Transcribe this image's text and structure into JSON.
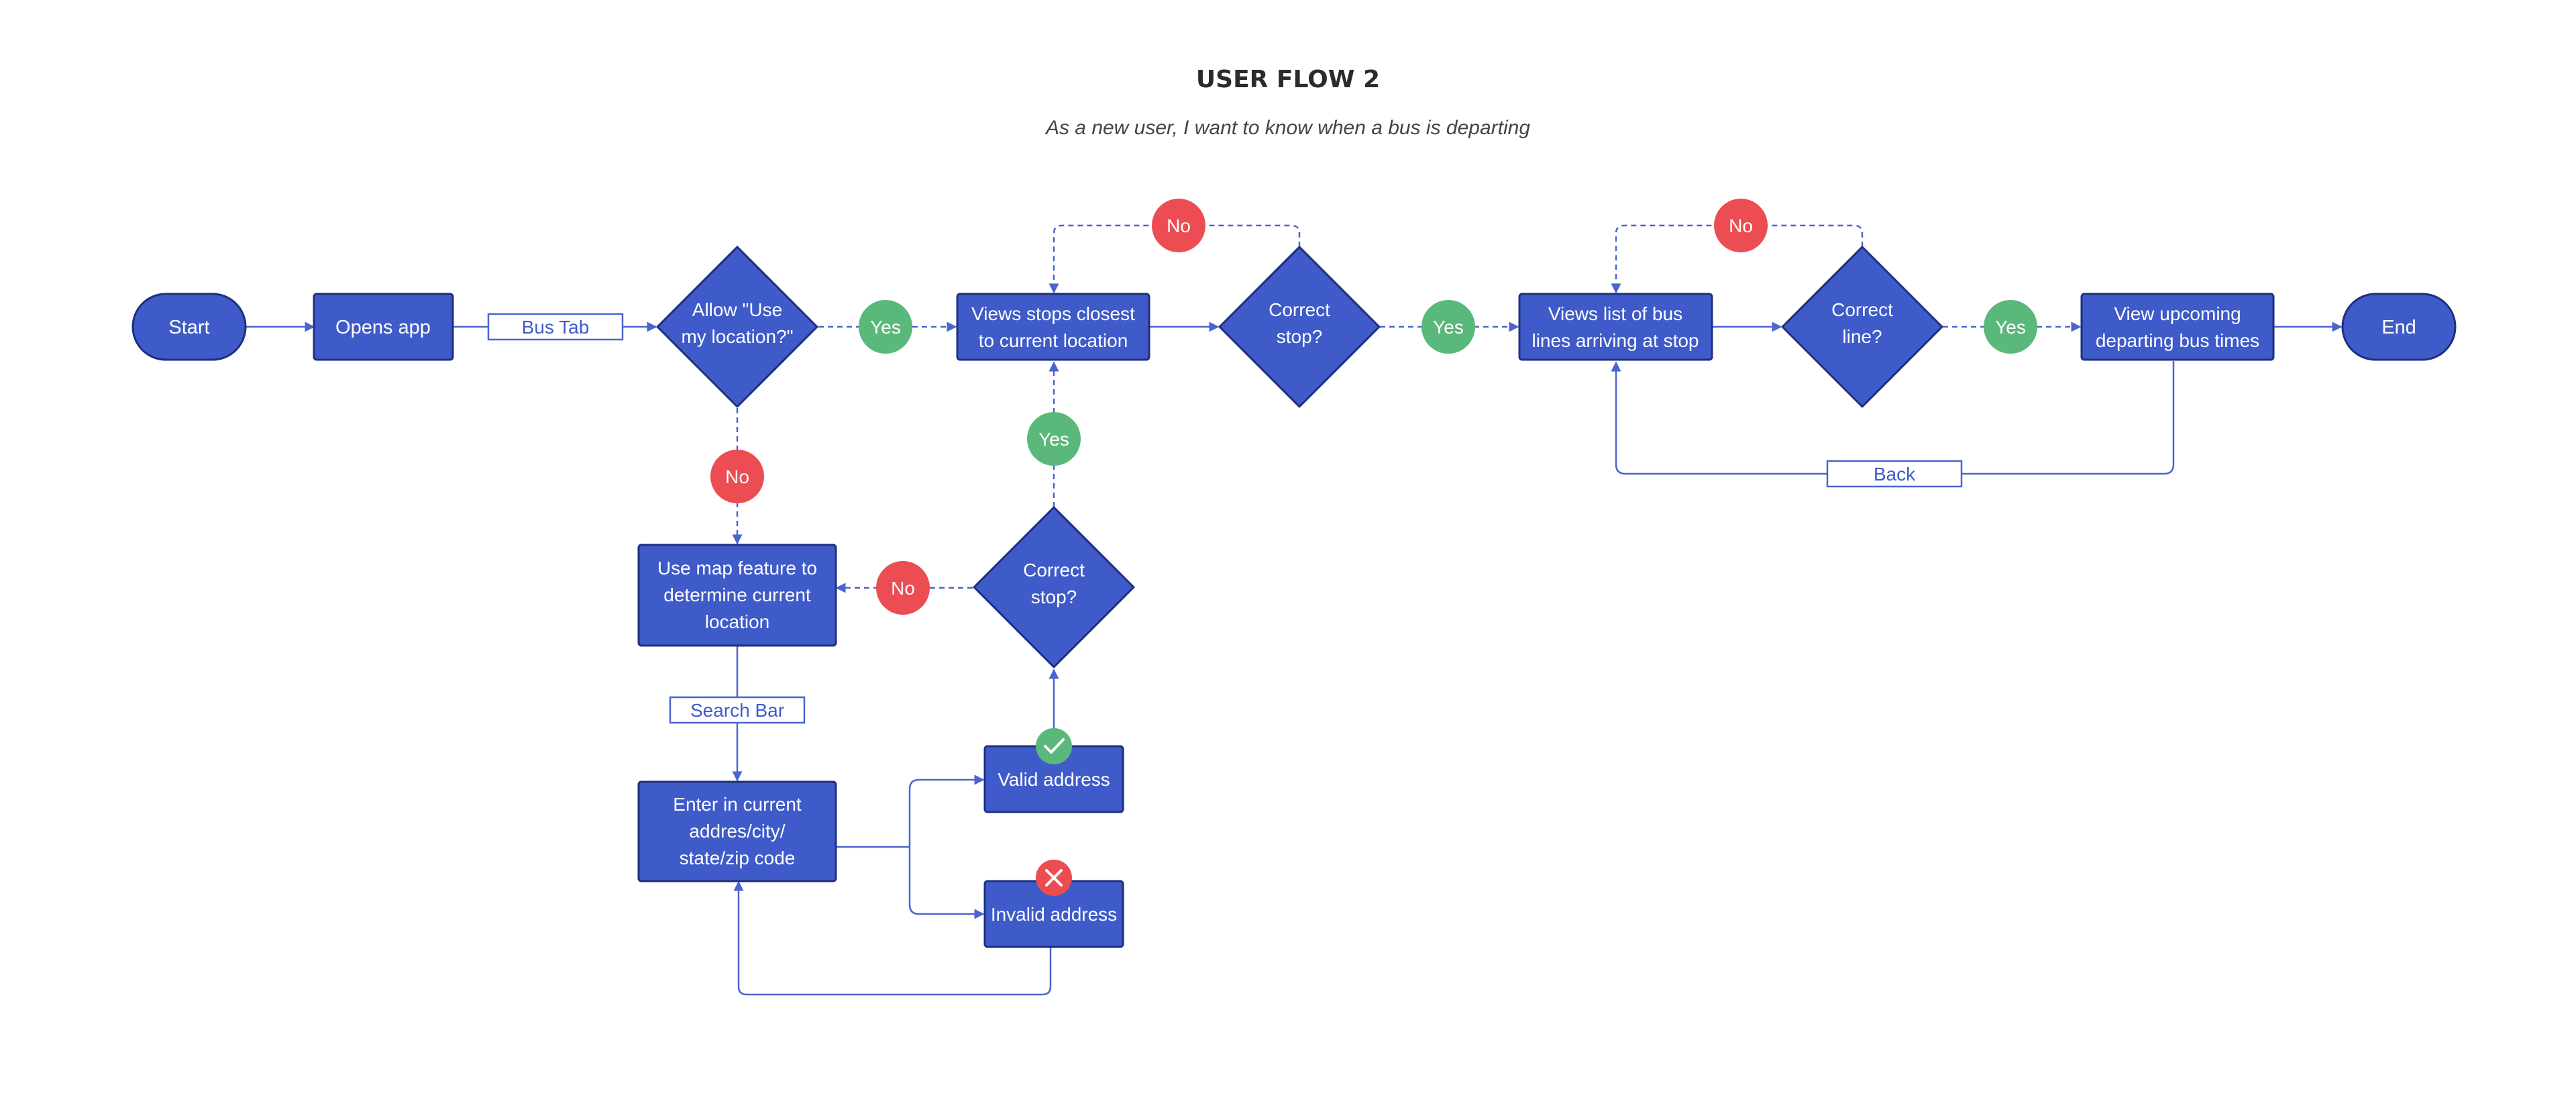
{
  "title": "USER FLOW 2",
  "subtitle": "As a new user, I want to know when a bus is departing",
  "colors": {
    "node_fill": "#3f5bc9",
    "node_stroke": "#1d2f7f",
    "connector": "#4a64d0",
    "yes": "#5ab87a",
    "no": "#ec4d52",
    "node_text": "#ffffff",
    "edge_label_text": "#3f5bc9"
  },
  "nodes": {
    "start": "Start",
    "opens_app": "Opens app",
    "allow_location": [
      "Allow \"Use",
      "my location?\""
    ],
    "views_stops": [
      "Views stops closest",
      "to current location"
    ],
    "correct_stop_1": [
      "Correct",
      "stop?"
    ],
    "views_lines": [
      "Views list of bus",
      "lines arriving at stop"
    ],
    "correct_line": [
      "Correct",
      "line?"
    ],
    "view_times": [
      "View upcoming",
      "departing bus times"
    ],
    "end": "End",
    "use_map": [
      "Use map feature to",
      "determine current",
      "location"
    ],
    "correct_stop_2": [
      "Correct",
      "stop?"
    ],
    "enter_address": [
      "Enter in current",
      "addres/city/",
      "state/zip code"
    ],
    "valid_address": "Valid address",
    "invalid_address": "Invalid address"
  },
  "edge_labels": {
    "bus_tab": "Bus Tab",
    "search_bar": "Search Bar",
    "back": "Back"
  },
  "decisions": {
    "yes": "Yes",
    "no": "No"
  },
  "icons": {
    "valid": "check-icon",
    "invalid": "close-icon"
  }
}
